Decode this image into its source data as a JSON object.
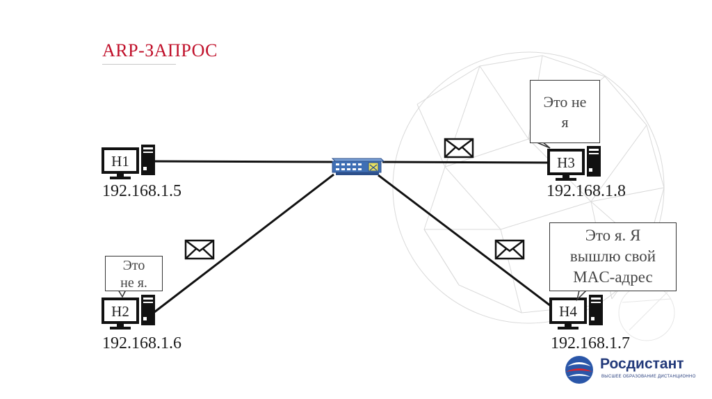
{
  "title": "ARP-ЗАПРОС",
  "hosts": [
    {
      "id": "h1",
      "label": "H1",
      "ip": "192.168.1.5"
    },
    {
      "id": "h2",
      "label": "H2",
      "ip": "192.168.1.6"
    },
    {
      "id": "h3",
      "label": "H3",
      "ip": "192.168.1.8"
    },
    {
      "id": "h4",
      "label": "H4",
      "ip": "192.168.1.7"
    }
  ],
  "bubbles": {
    "h2_line1": "Это",
    "h2_line2": "не я.",
    "h3_line1": "Это не",
    "h3_line2": "я",
    "h4_line1": "Это я. Я",
    "h4_line2": "вышлю свой",
    "h4_line3": "MAC-адрес"
  },
  "logo": {
    "name": "Росдистант",
    "tagline": "ВЫСШЕЕ ОБРАЗОВАНИЕ ДИСТАНЦИОННО"
  },
  "colors": {
    "title": "#c0102a",
    "switch_body": "#3f6fb5",
    "logo": "#233a7a"
  }
}
